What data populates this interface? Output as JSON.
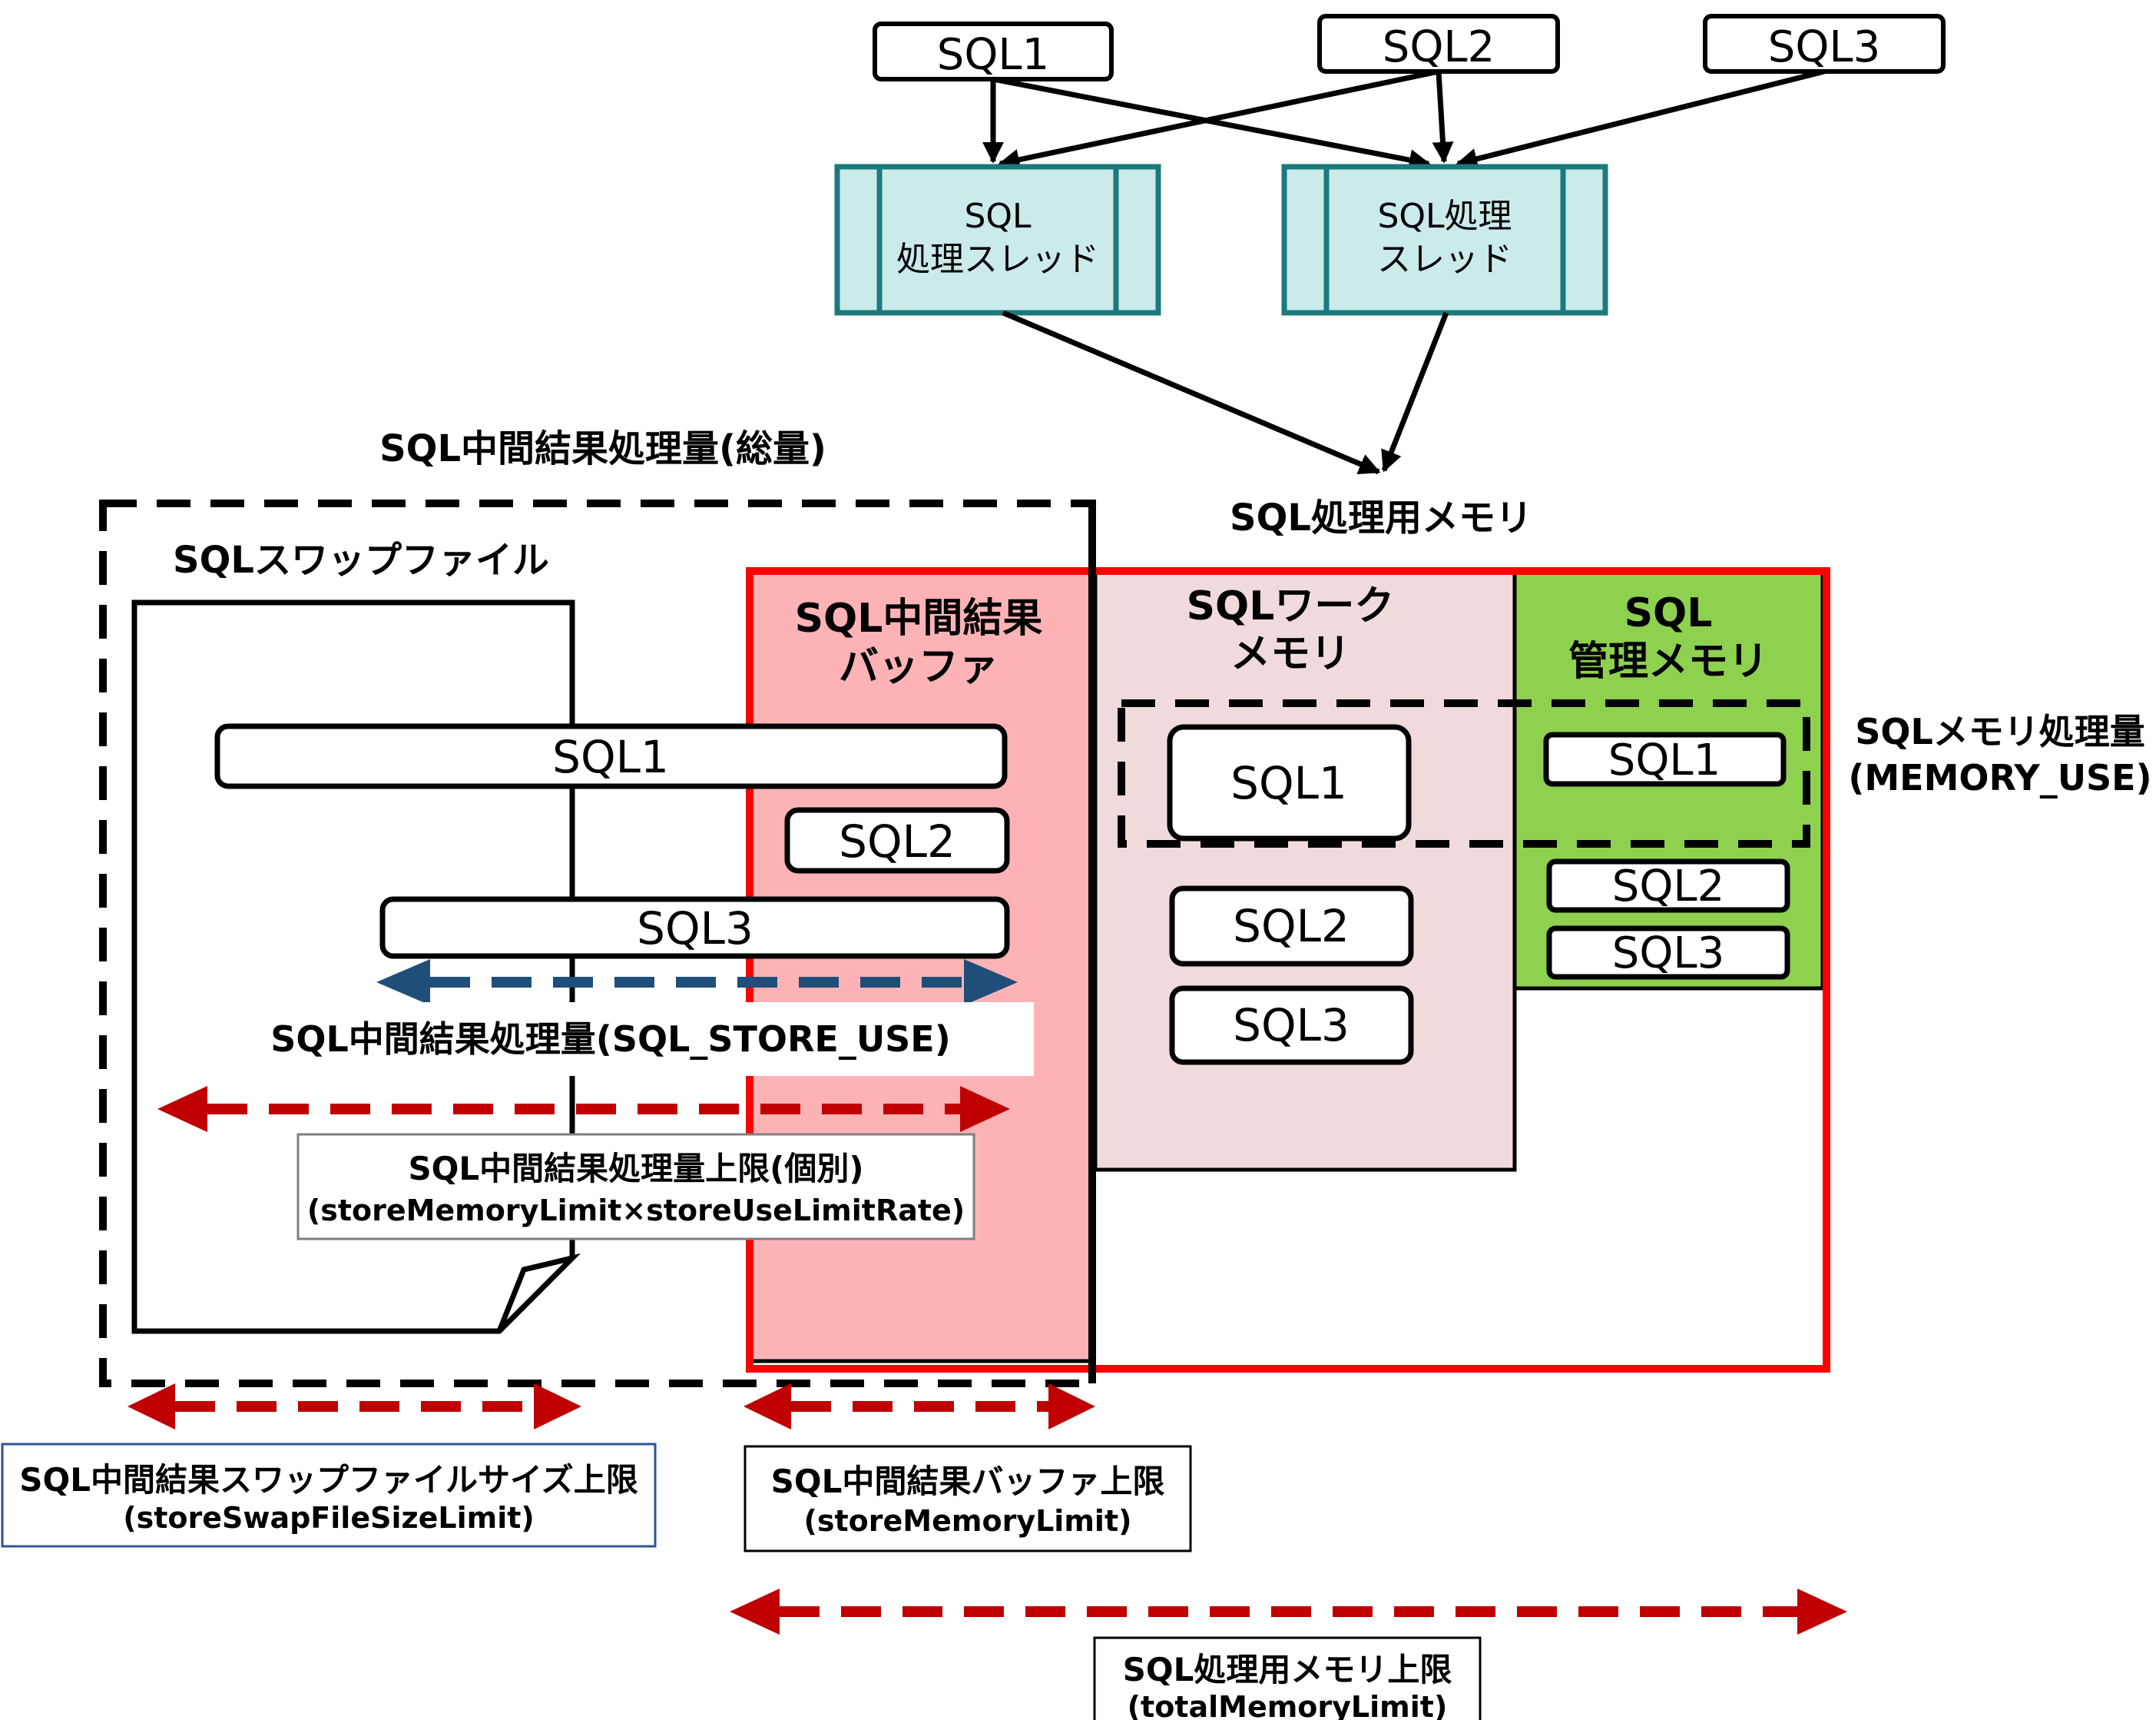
{
  "colors": {
    "thread_fill": "#cbeaea",
    "thread_stroke": "#1b7a7d",
    "buffer_fill": "#fdb3b6",
    "work_fill": "#f1dadb",
    "mgmt_fill": "#8ed14f",
    "red_border": "#ff0000",
    "red_arrow": "#c00000",
    "blue_arrow": "#1f4e79",
    "box_border_blue": "#2f5597"
  },
  "top": {
    "queries": [
      "SQL1",
      "SQL2",
      "SQL3"
    ],
    "threads": [
      {
        "line1": "SQL",
        "line2": "処理スレッド"
      },
      {
        "line1": "SQL処理",
        "line2": "スレッド"
      }
    ]
  },
  "labels": {
    "total_title": "SQL中間結果処理量(総量)",
    "memory_title": "SQL処理用メモリ",
    "swap_file": "SQLスワップファイル",
    "buffer_line1": "SQL中間結果",
    "buffer_line2": "バッファ",
    "work_line1": "SQLワーク",
    "work_line2": "メモリ",
    "mgmt_line1": "SQL",
    "mgmt_line2": "管理メモリ",
    "memory_use_line1": "SQLメモリ処理量",
    "memory_use_line2": "(MEMORY_USE)",
    "store_use": "SQL中間結果処理量(SQL_STORE_USE)"
  },
  "bars": {
    "swap": [
      "SQL1",
      "SQL2",
      "SQL3"
    ],
    "work": [
      "SQL1",
      "SQL2",
      "SQL3"
    ],
    "mgmt": [
      "SQL1",
      "SQL2",
      "SQL3"
    ]
  },
  "limits": {
    "individual": {
      "title": "SQL中間結果処理量上限(個別)",
      "param": "(storeMemoryLimit×storeUseLimitRate)"
    },
    "swap": {
      "title": "SQL中間結果スワップファイルサイズ上限",
      "param": "(storeSwapFileSizeLimit)"
    },
    "buffer": {
      "title": "SQL中間結果バッファ上限",
      "param": "(storeMemoryLimit)"
    },
    "total": {
      "title": "SQL処理用メモリ上限",
      "param": "(totalMemoryLimit)"
    }
  }
}
